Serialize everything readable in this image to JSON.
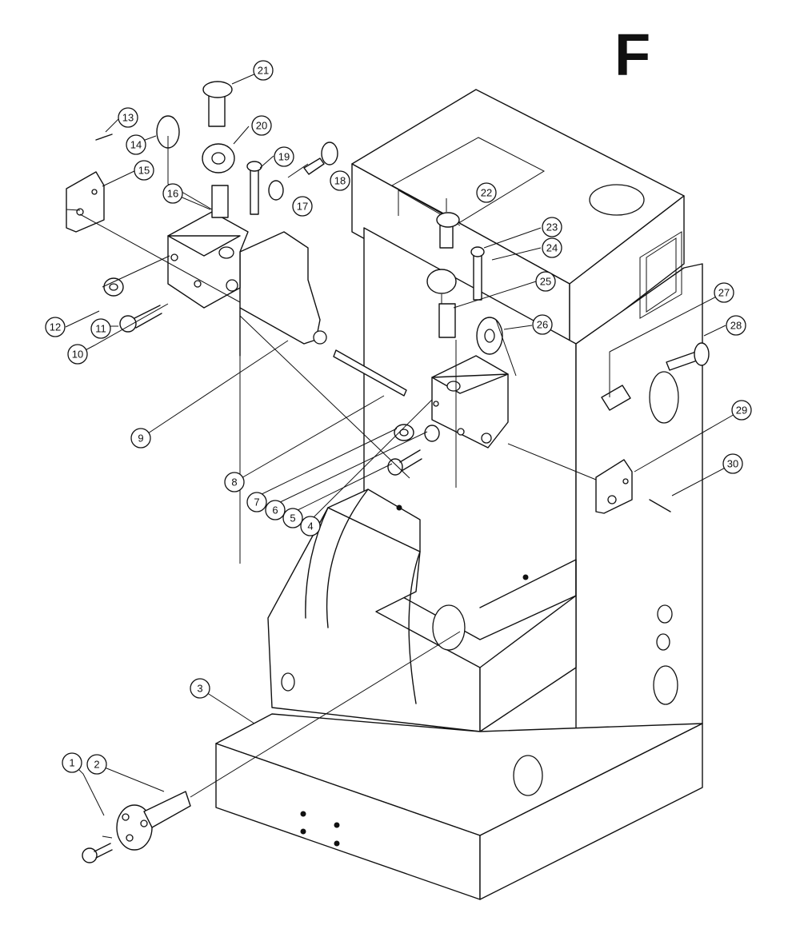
{
  "diagram": {
    "section_letter": "F",
    "callouts": [
      "1",
      "2",
      "3",
      "4",
      "5",
      "6",
      "7",
      "8",
      "9",
      "10",
      "11",
      "12",
      "13",
      "14",
      "15",
      "16",
      "17",
      "18",
      "19",
      "20",
      "21",
      "22",
      "23",
      "24",
      "25",
      "26",
      "27",
      "28",
      "29",
      "30"
    ]
  }
}
